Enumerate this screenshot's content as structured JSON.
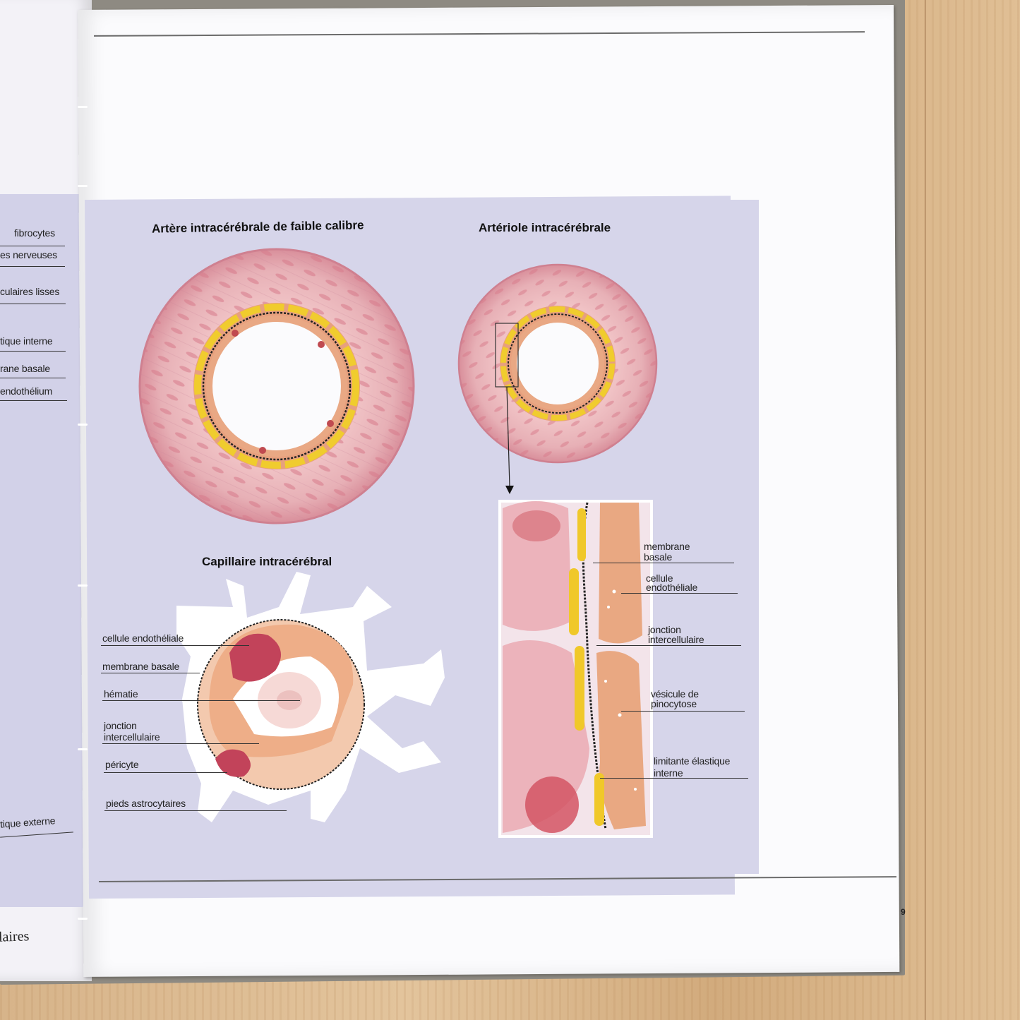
{
  "page_number": "9",
  "chapter_fragment": "laires",
  "titles": {
    "artere": "Artère intracérébrale de faible calibre",
    "arteriole": "Artériole intracérébrale",
    "capillaire": "Capillaire intracérébral"
  },
  "left_margin_labels": [
    "fibrocytes",
    "es nerveuses",
    "culaires lisses",
    "tique interne",
    "rane basale",
    "endothélium",
    "tique externe"
  ],
  "capillary_labels": [
    "cellule endothéliale",
    "membrane basale",
    "hématie",
    "jonction",
    "intercellulaire",
    "péricyte",
    "pieds astrocytaires"
  ],
  "detail_labels": [
    "membrane",
    "basale",
    "cellule",
    "endothéliale",
    "jonction",
    "intercellulaire",
    "vésicule de",
    "pinocytose",
    "limitante élastique",
    "interne"
  ],
  "colors": {
    "panel": "#d6d5ea",
    "media": "#e9b7be",
    "elastic": "#e8c22e",
    "endothelium": "#e8a783",
    "astrocyte": "#ffffff"
  }
}
